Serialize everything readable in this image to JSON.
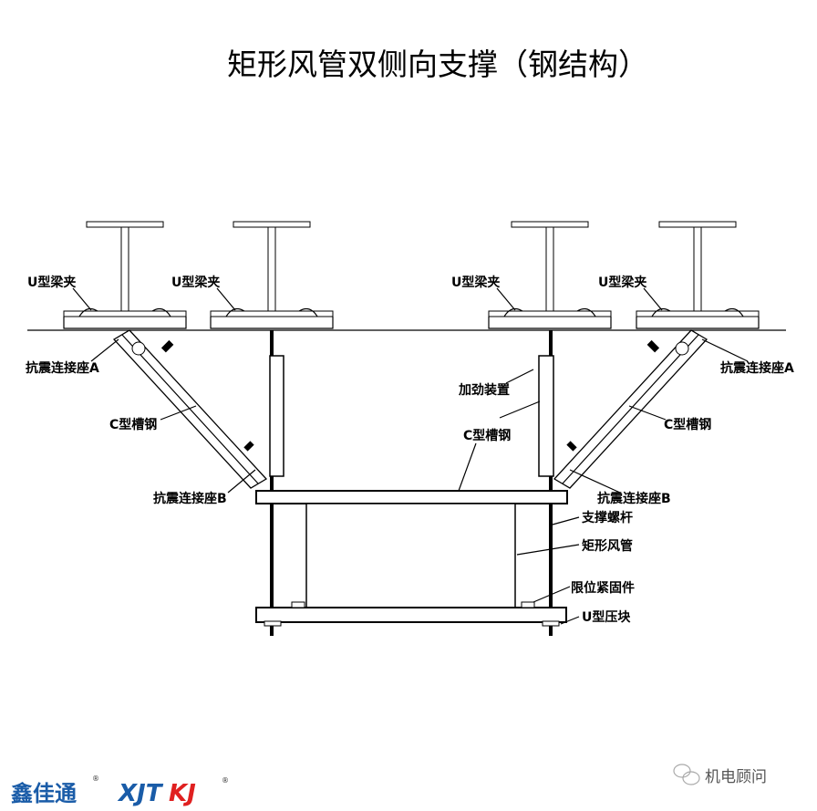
{
  "title": "矩形风管双侧向支撑（钢结构）",
  "labels": {
    "beam_clamp": "U型梁夹",
    "seismic_seat_a": "抗震连接座A",
    "c_channel": "C型槽钢",
    "stiffener": "加劲装置",
    "seismic_seat_b": "抗震连接座B",
    "support_rod": "支撑螺杆",
    "rect_duct": "矩形风管",
    "limit_fastener": "限位紧固件",
    "u_clamp_block": "U型压块"
  },
  "footer": {
    "brand_cn": "鑫佳通",
    "brand_en_blue": "XJT",
    "brand_en_red": "KJ",
    "registered": "®",
    "wechat_account": "机电顾问"
  },
  "colors": {
    "brand_blue": "#1a5ca8",
    "brand_red": "#e02020"
  }
}
